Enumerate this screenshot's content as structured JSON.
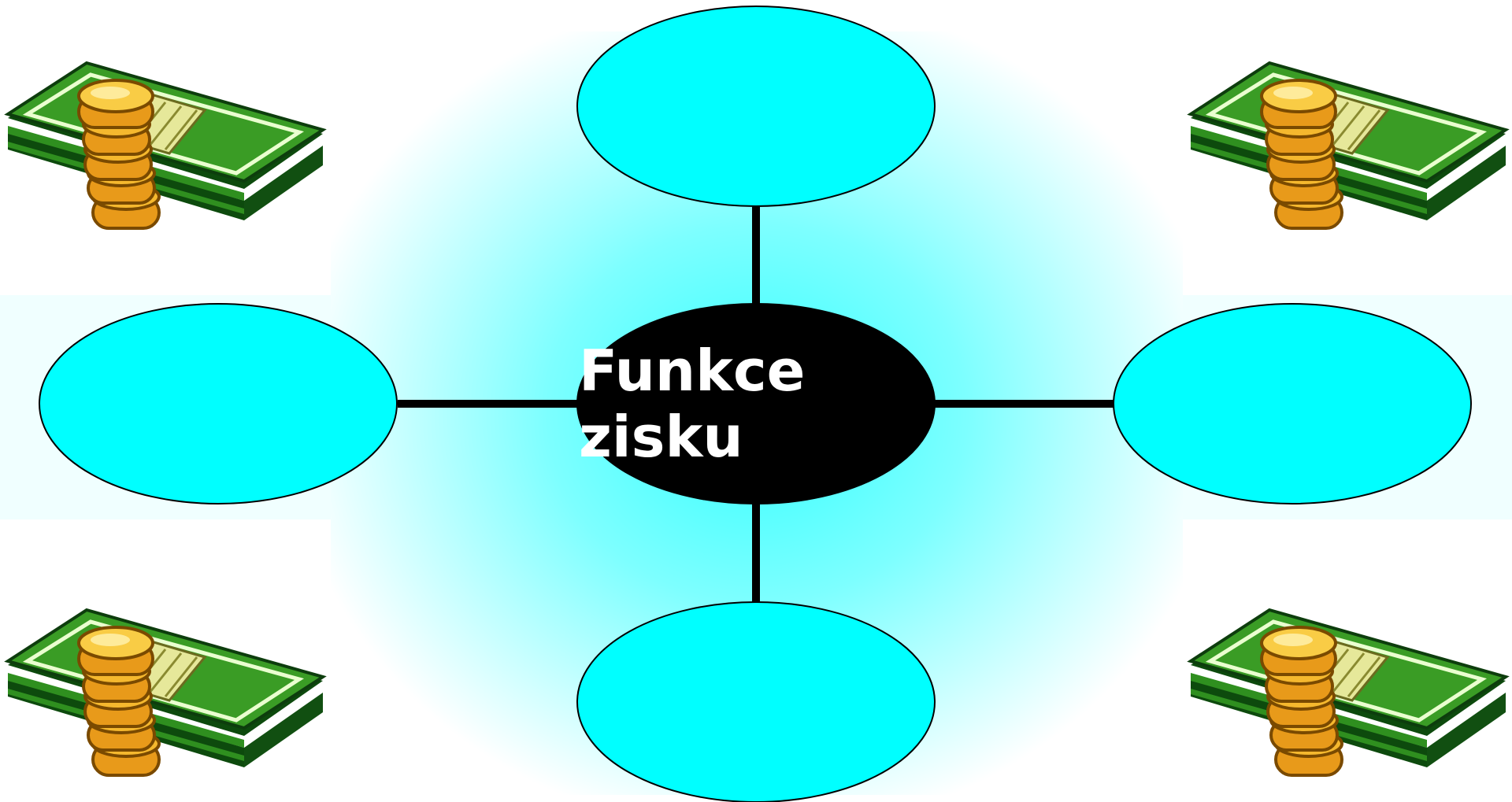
{
  "center_node": {
    "label": "Funkce zisku"
  },
  "satellite_nodes": [
    {
      "position": "top",
      "label": ""
    },
    {
      "position": "left",
      "label": ""
    },
    {
      "position": "right",
      "label": ""
    },
    {
      "position": "bottom",
      "label": ""
    }
  ],
  "colors": {
    "node_fill": "#00ffff",
    "center_fill": "#000000",
    "center_text": "#ffffff",
    "connector": "#000000",
    "glow": "#66ffff",
    "bill_green": "#2f8f1f",
    "bill_dark": "#0d4a0d",
    "coin_gold": "#f5b82e"
  },
  "decorations": {
    "money_stack_icon": "money-stack-icon",
    "count": 4
  }
}
